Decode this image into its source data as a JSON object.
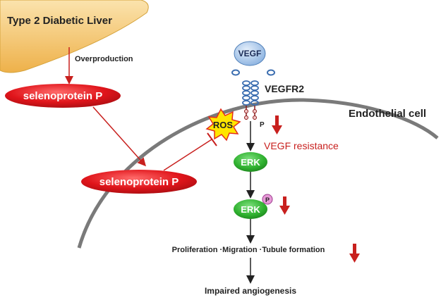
{
  "liver": {
    "title": "Type 2 Diabetic Liver"
  },
  "arrow_label": "Overproduction",
  "selenoprotein_top": "selenoprotein P",
  "selenoprotein_bottom": "selenoprotein P",
  "vegf": "VEGF",
  "vegfr2": "VEGFR2",
  "ros": "ROS",
  "phospho_receptor": "P",
  "cell_label": "Endothelial cell",
  "resistance_label": "VEGF resistance",
  "erk_1": "ERK",
  "erk_2": "ERK",
  "phospho_erk": "P",
  "processes": "Proliferation ·Migration ·Tubule formation",
  "outcome": "Impaired angiogenesis",
  "colors": {
    "liver_fill": "#f2c26b",
    "selenoprotein": "#e0151b",
    "ros_fill": "#ffe600",
    "erk_fill": "#2fb12f",
    "vegf_fill": "#9fc3ea",
    "down_arrow": "#c8201e",
    "membrane": "#7a7a7a",
    "resistance_text": "#c8201e",
    "phospho_fill": "#e89ad8"
  }
}
